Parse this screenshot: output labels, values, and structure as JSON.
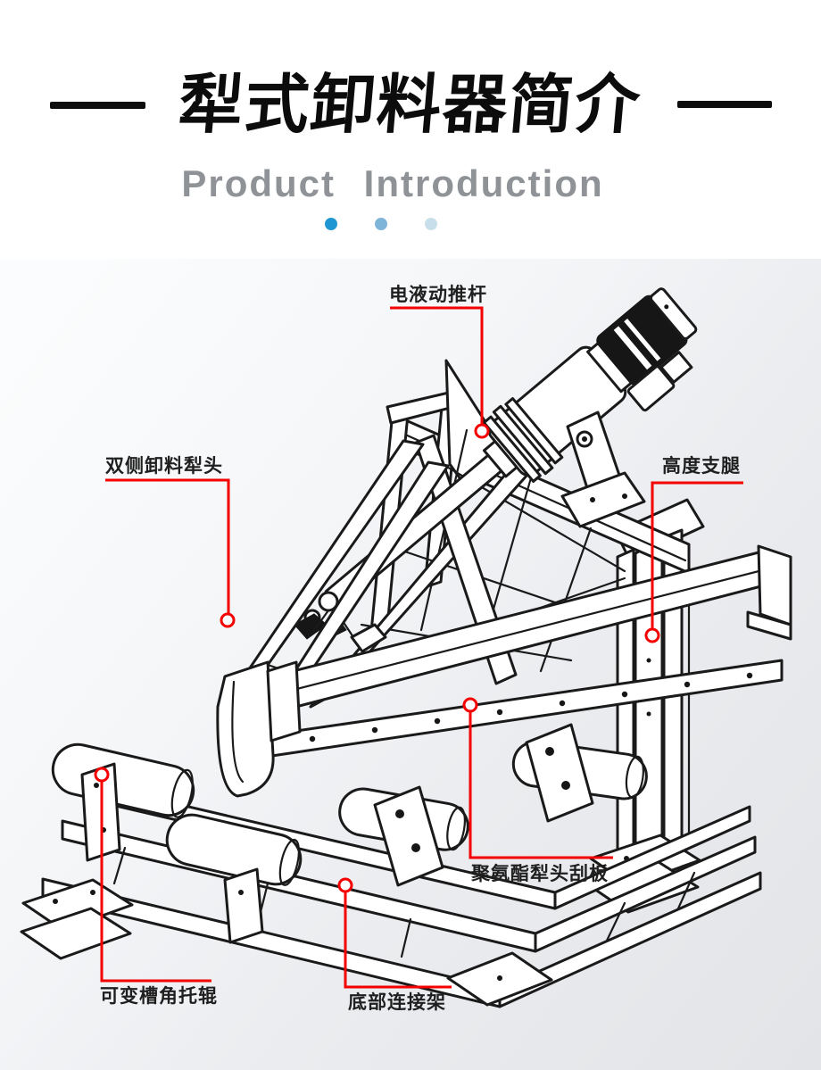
{
  "header": {
    "title": "犁式卸料器简介",
    "subtitle": "Product Introduction",
    "decoration": {
      "dash_color": "#0d0d0d",
      "dot_colors": [
        "#1d96d2",
        "#7db4d8",
        "#c8dfeb"
      ]
    }
  },
  "diagram": {
    "subject": "plow unloader isometric line drawing",
    "accent_color": "#f40000",
    "line_color": "#1a1a1a",
    "labels": [
      {
        "id": "electro-hydraulic-pushrod",
        "text": "电液动推杆"
      },
      {
        "id": "double-side-unloading-plow-head",
        "text": "双侧卸料犁头"
      },
      {
        "id": "height-support-leg",
        "text": "高度支腿"
      },
      {
        "id": "polyurethane-plow-scraper",
        "text": "聚氨酯犁头刮板"
      },
      {
        "id": "variable-trough-angle-idler",
        "text": "可变槽角托辊"
      },
      {
        "id": "bottom-connecting-frame",
        "text": "底部连接架"
      }
    ]
  }
}
